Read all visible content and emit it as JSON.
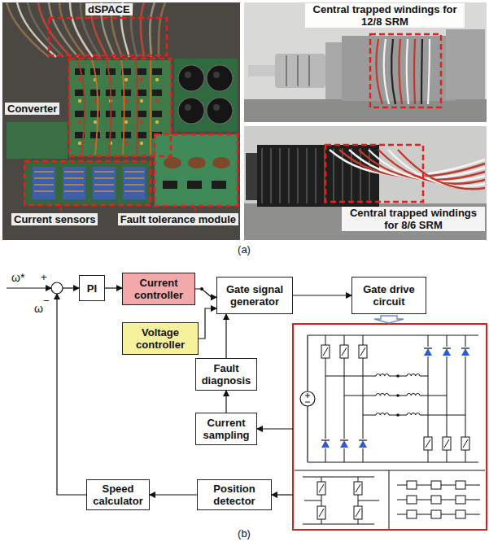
{
  "diagram": {
    "nodes": [
      {
        "text": [
          "PI"
        ]
      },
      {
        "text": [
          "Current controller"
        ]
      },
      {
        "text": [
          "Gate signal generator"
        ]
      },
      {
        "text": [
          "Gate drive circuit"
        ]
      },
      {
        "text": [
          "Voltage controller"
        ]
      },
      {
        "text": [
          "Fault diagnosis"
        ]
      },
      {
        "text": [
          "Current sampling"
        ]
      },
      {
        "text": [
          "Speed calculator"
        ]
      },
      {
        "text": [
          "Position detector"
        ]
      }
    ],
    "edges": [
      {
        "from": 0,
        "to": 1,
        "arrow": "to"
      },
      {
        "from": 1,
        "to": 2,
        "arrow": "to"
      },
      {
        "from": 4,
        "to": 2,
        "arrow": "to"
      },
      {
        "from": 2,
        "to": 3,
        "arrow": "to"
      },
      {
        "from": 5,
        "to": 2,
        "arrow": "to"
      },
      {
        "from": 6,
        "to": 5,
        "arrow": "to"
      },
      {
        "from": 8,
        "to": 7,
        "arrow": "to"
      }
    ],
    "labels": [
      "dSPACE",
      "Central trapped windings for 12/8 SRM",
      "Converter",
      "Current sensors",
      "Fault tolerance module",
      "Central trapped windings for 8/6 SRM",
      "(a)",
      "ω*",
      "+",
      "ω",
      "−",
      "(b)"
    ]
  }
}
